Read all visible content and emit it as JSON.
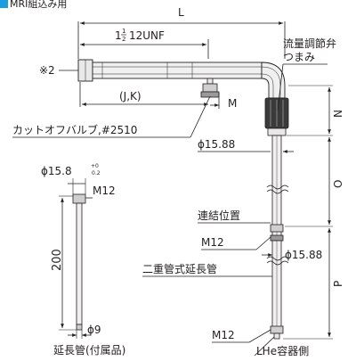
{
  "header": {
    "title": "MRI組込み用",
    "marker_color": "#1b9ee0"
  },
  "colors": {
    "ink": "#231f20",
    "tube_fill": "#e8e8e8",
    "tube_shade": "#9a9a9a",
    "knob_fill": "#3a3a3a"
  },
  "labels": {
    "dim_L": "L",
    "thread_spec": "1",
    "thread_frac_top": "1",
    "thread_frac_bottom": "2",
    "thread_unf": "12UNF",
    "note_ref": "※2",
    "dim_JK": "(J,K)",
    "dim_M_main": "M",
    "flow_valve_line1": "流量調節弁",
    "flow_valve_line2": "つまみ",
    "cutoff_valve": "カットオフバルブ,#2510",
    "dim_N": "N",
    "dim_O": "O",
    "dim_P": "P",
    "dia_main": "ϕ15.88",
    "connect_pos": "連結位置",
    "m12_upper": "M12",
    "dia_lower": "ϕ15.88",
    "double_tube": "二重管式延長管",
    "m12_lower": "M12",
    "lhe_side": "LHe容器側",
    "ext_dia": "ϕ15.8",
    "ext_tol_plus": "+0",
    "ext_tol_minus": "0.2",
    "ext_m12": "M12",
    "ext_length": "200",
    "ext_tip_dia": "ϕ9",
    "ext_caption": "延長管(付属品)"
  }
}
